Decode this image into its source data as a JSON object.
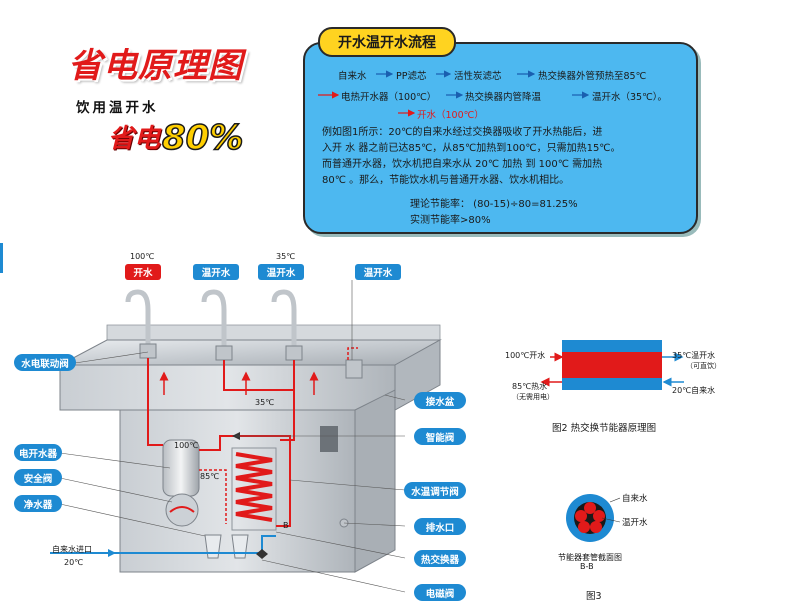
{
  "header": {
    "title": "省电原理图",
    "subtitle": "饮用温开水",
    "saving_word": "省电",
    "saving_pct": "80%"
  },
  "flow": {
    "tab": "开水温开水流程",
    "row1": [
      "自来水",
      "PP滤芯",
      "活性炭滤芯",
      "热交换器外管预热至85℃"
    ],
    "row2": [
      "电热开水器（100℃）",
      "热交换器内管降温",
      "温开水（35℃）。"
    ],
    "row3": "开水（100℃）",
    "example": [
      "例如图1所示：20℃的自来水经过交换器吸收了开水热能后，进",
      "入开 水 器之前已达85℃，从85℃加热到100℃，只需加热15℃。",
      "而普通开水器，饮水机把自来水从 20℃ 加热 到 100℃ 需加热",
      "80℃  。那么，节能饮水机与普通开水器、饮水机相比。"
    ],
    "theory": "理论节能率：    (80-15)÷80=81.25%",
    "measured": "实测节能率>80%"
  },
  "taps": [
    {
      "temp": "100℃",
      "label": "开水",
      "color": "#e11a1a"
    },
    {
      "temp": "",
      "label": "温开水",
      "color": "#1e8ad2"
    },
    {
      "temp": "35℃",
      "label": "温开水",
      "color": "#1e8ad2"
    },
    {
      "temp": "",
      "label": "温开水",
      "color": "#1e8ad2"
    }
  ],
  "callouts_left": [
    "水电联动阀",
    "电开水器",
    "安全阀",
    "净水器"
  ],
  "callouts_right": [
    "接水盆",
    "智能阀",
    "水温调节阀",
    "排水口",
    "热交换器",
    "电磁阀"
  ],
  "machine": {
    "temp_100": "100℃",
    "temp_85": "85℃",
    "temp_35": "35℃",
    "inlet_label": "自来水进口",
    "inlet_temp": "20℃",
    "marker_b": "B"
  },
  "fig2": {
    "left_top": "100℃开水",
    "left_bottom": "85℃热水",
    "left_bottom_note": "（无需用电）",
    "right_top": "35℃温开水",
    "right_top_note": "（可直饮）",
    "right_bottom": "20℃自来水",
    "caption": "图2  热交换节能器原理图"
  },
  "fig3": {
    "label_outer": "自来水",
    "label_inner": "温开水",
    "section_name": "节能器套管截面图",
    "section_code": "B-B",
    "caption": "图3"
  },
  "colors": {
    "hot": "#e11a1a",
    "cold": "#1e8ad2",
    "panel": "#4db8f0",
    "tab": "#ffd320"
  }
}
